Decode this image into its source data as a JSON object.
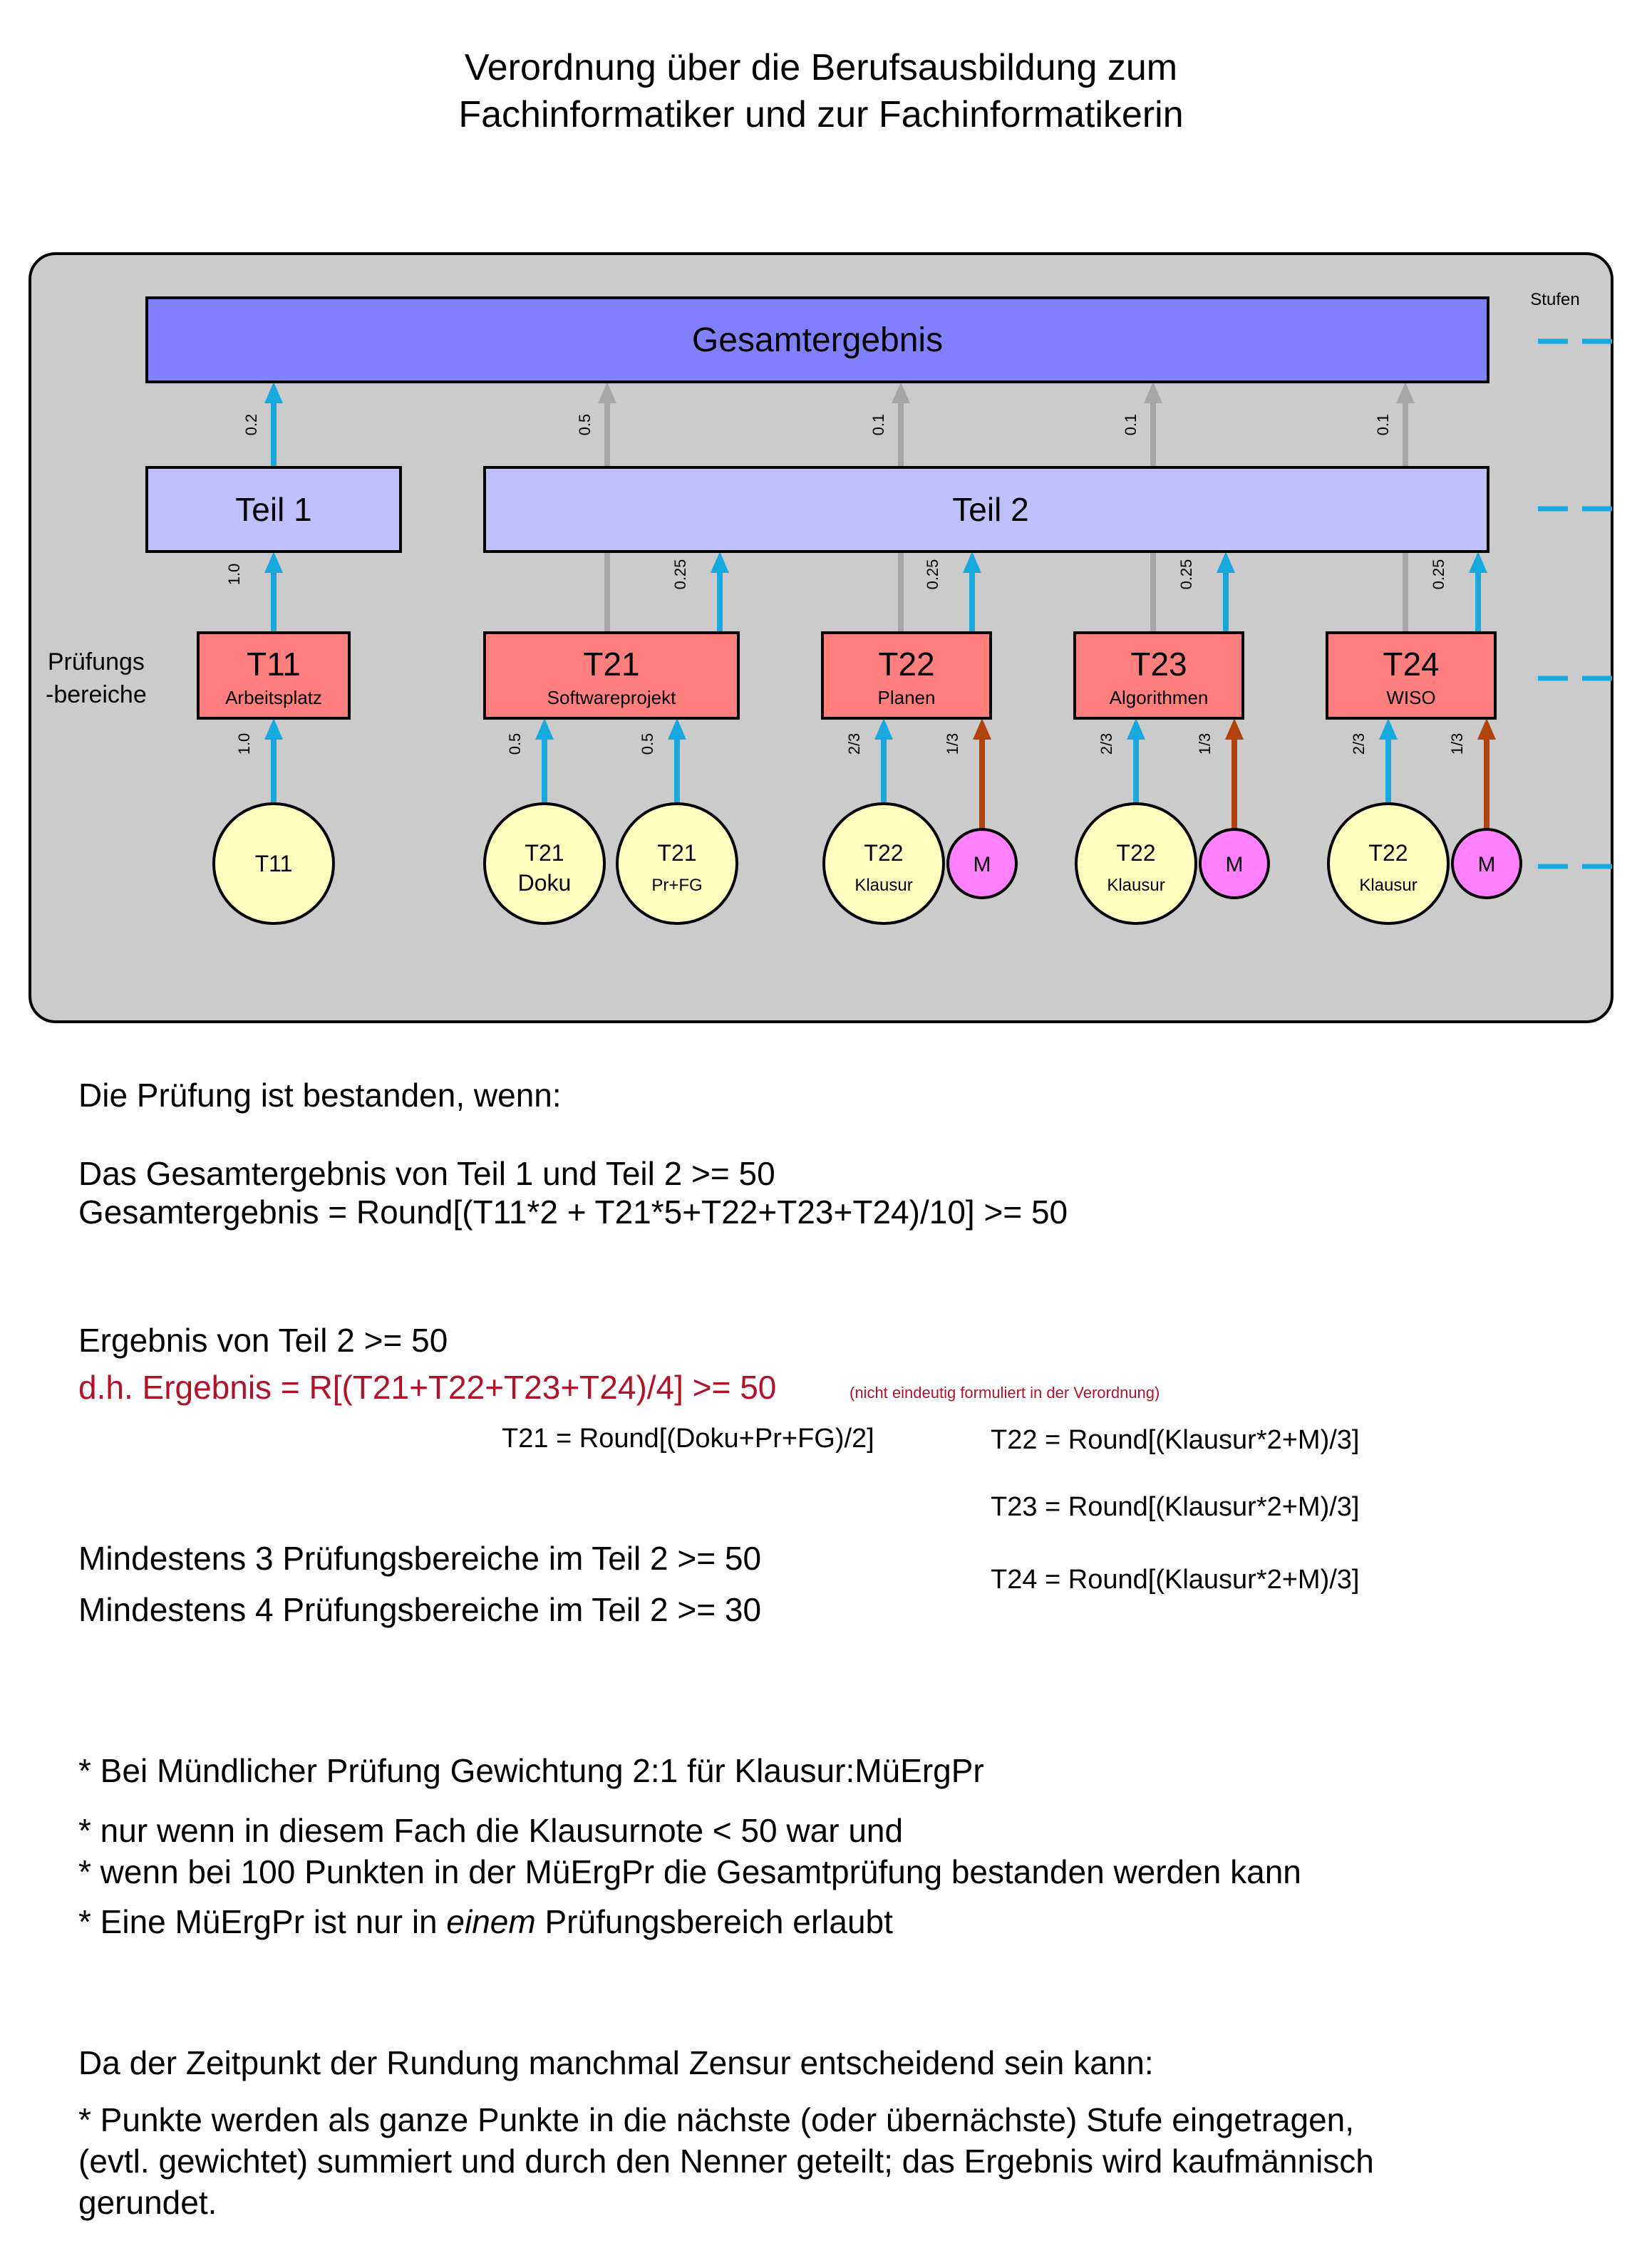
{
  "title": {
    "line1": "Verordnung über die Berufsausbildung zum",
    "line2": "Fachinformatiker und zur Fachinformatikerin"
  },
  "diagram": {
    "stufen_label": "Stufen",
    "pruefungsbereiche_label": [
      "Prüfungs",
      "-bereiche"
    ],
    "gesamt": "Gesamtergebnis",
    "teil1": "Teil 1",
    "teil2": "Teil 2",
    "boxes": [
      {
        "code": "T11",
        "sub": "Arbeitsplatz"
      },
      {
        "code": "T21",
        "sub": "Softwareprojekt"
      },
      {
        "code": "T22",
        "sub": "Planen"
      },
      {
        "code": "T23",
        "sub": "Algorithmen"
      },
      {
        "code": "T24",
        "sub": "WISO"
      }
    ],
    "circles": [
      {
        "line1": "T11",
        "line2": ""
      },
      {
        "line1": "T21",
        "line2": "Doku"
      },
      {
        "line1": "T21",
        "line2": "Pr+FG"
      },
      {
        "line1": "T22",
        "line2": "Klausur"
      },
      {
        "line1": "M",
        "line2": ""
      },
      {
        "line1": "T22",
        "line2": "Klausur"
      },
      {
        "line1": "M",
        "line2": ""
      },
      {
        "line1": "T22",
        "line2": "Klausur"
      },
      {
        "line1": "M",
        "line2": ""
      }
    ],
    "weights_top": [
      "0.2",
      "0.5",
      "0.1",
      "0.1",
      "0.1"
    ],
    "weights_mid": [
      "1.0",
      "0.25",
      "0.25",
      "0.25",
      "0.25"
    ],
    "weights_bottom": [
      "1.0",
      "0.5",
      "0.5",
      "2/3",
      "1/3",
      "2/3",
      "1/3",
      "2/3",
      "1/3"
    ],
    "colors": {
      "gesamt": "#8080ff",
      "teil": "#c0c0ff",
      "box": "#ff7f7f",
      "circle": "#ffffc0",
      "m": "#ff80ff",
      "blue_arrow": "#16a9e0",
      "gray_arrow": "#a6a6a6",
      "brown_arrow": "#b24207",
      "panel": "#cbcbcb"
    }
  },
  "text": {
    "bestanden": "Die Prüfung ist bestanden, wenn:",
    "gesamt1": "Das Gesamtergebnis von Teil 1 und Teil 2 >= 50",
    "gesamt2": "Gesamtergebnis = Round[(T11*2 + T21*5+T22+T23+T24)/10] >= 50",
    "teil2": "Ergebnis von Teil 2 >= 50",
    "teil2_formula": "d.h. Ergebnis = R[(T21+T22+T23+T24)/4] >= 50",
    "teil2_note": "(nicht eindeutig formuliert in der Verordnung)",
    "f_t21": "T21 = Round[(Doku+Pr+FG)/2]",
    "f_t22": "T22 = Round[(Klausur*2+M)/3]",
    "f_t23": "T23 = Round[(Klausur*2+M)/3]",
    "f_t24": "T24 = Round[(Klausur*2+M)/3]",
    "mind3": "Mindestens 3 Prüfungsbereiche im Teil 2 >= 50",
    "mind4": "Mindestens 4 Prüfungsbereiche im Teil 2 >= 30",
    "muend1": "* Bei Mündlicher Prüfung Gewichtung 2:1 für Klausur:MüErgPr",
    "muend2": "*  nur wenn in diesem Fach die Klausurnote < 50 war und",
    "muend3": "*  wenn bei 100 Punkten in der MüErgPr die Gesamtprüfung bestanden werden kann",
    "muend4_a": "* Eine MüErgPr ist nur in ",
    "muend4_b": "einem",
    "muend4_c": " Prüfungsbereich erlaubt",
    "rund1": "Da der Zeitpunkt der Rundung manchmal Zensur entscheidend sein kann:",
    "rund2": "* Punkte werden als ganze Punkte in die nächste (oder übernächste) Stufe eingetragen,",
    "rund3": "(evtl. gewichtet) summiert und durch den Nenner geteilt; das Ergebnis wird kaufmännisch",
    "rund4": "gerundet."
  }
}
